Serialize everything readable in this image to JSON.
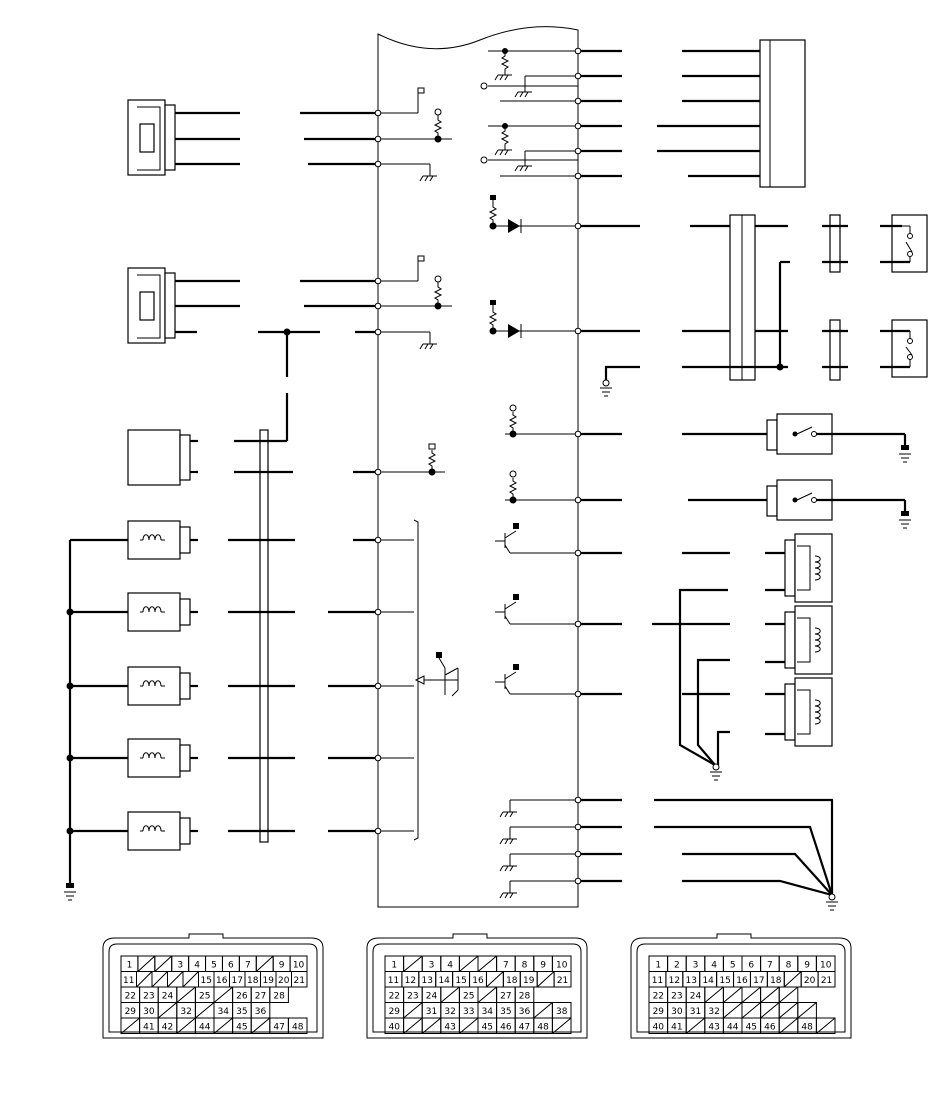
{
  "connectors": [
    {
      "id": "left",
      "rows": [
        [
          "1",
          "",
          "",
          "3",
          "4",
          "5",
          "6",
          "7",
          "",
          "9",
          "10"
        ],
        [
          "11",
          "",
          "",
          "",
          "",
          "15",
          "16",
          "17",
          "18",
          "19",
          "20",
          "21"
        ],
        [
          "22",
          "23",
          "24",
          "",
          "25",
          "",
          "26",
          "27",
          "28"
        ],
        [
          "29",
          "30",
          "",
          "32",
          "",
          "34",
          "35",
          "36"
        ],
        [
          "",
          "41",
          "42",
          "",
          "44",
          "",
          "45",
          "",
          "47",
          "48"
        ]
      ]
    },
    {
      "id": "middle",
      "rows": [
        [
          "1",
          "",
          "3",
          "4",
          "",
          "",
          "7",
          "8",
          "9",
          "10"
        ],
        [
          "11",
          "12",
          "13",
          "14",
          "15",
          "16",
          "",
          "18",
          "19",
          "",
          "21"
        ],
        [
          "22",
          "23",
          "24",
          "",
          "25",
          "",
          "27",
          "28"
        ],
        [
          "29",
          "",
          "31",
          "32",
          "33",
          "34",
          "35",
          "36",
          "",
          "38"
        ],
        [
          "40",
          "",
          "",
          "43",
          "",
          "45",
          "46",
          "47",
          "48",
          ""
        ]
      ]
    },
    {
      "id": "right",
      "rows": [
        [
          "1",
          "2",
          "3",
          "4",
          "5",
          "6",
          "7",
          "8",
          "9",
          "10"
        ],
        [
          "11",
          "12",
          "13",
          "14",
          "15",
          "16",
          "17",
          "18",
          "",
          "20",
          "21"
        ],
        [
          "22",
          "23",
          "24",
          "",
          "",
          "",
          "",
          ""
        ],
        [
          "29",
          "30",
          "31",
          "32",
          "",
          "",
          "",
          "",
          ""
        ],
        [
          "40",
          "41",
          "",
          "43",
          "44",
          "45",
          "46",
          "",
          "48",
          ""
        ]
      ]
    }
  ]
}
